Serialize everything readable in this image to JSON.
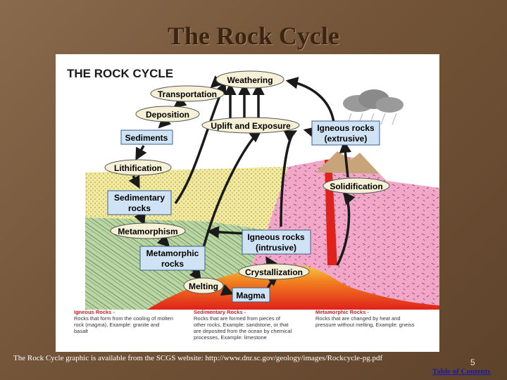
{
  "slide": {
    "title": "The Rock Cycle",
    "caption": "The Rock Cycle graphic is available from the SCGS website: http://www.dnr.sc.gov/geology/images/Rockcycle-pg.pdf",
    "page_number": "5",
    "toc_link": "Table of Contents"
  },
  "diagram": {
    "heading": "THE ROCK CYCLE",
    "labels": {
      "weathering": "Weathering",
      "transportation": "Transportation",
      "deposition": "Deposition",
      "uplift": "Uplift and Exposure",
      "sediments": "Sediments",
      "igneous_ext_1": "Igneous rocks",
      "igneous_ext_2": "(extrusive)",
      "lithification": "Lithification",
      "solidification": "Solidification",
      "sedimentary_1": "Sedimentary",
      "sedimentary_2": "rocks",
      "metamorphism": "Metamorphism",
      "igneous_int_1": "Igneous rocks",
      "igneous_int_2": "(intrusive)",
      "metamorphic_1": "Metamorphic",
      "metamorphic_2": "rocks",
      "crystallization": "Crystallization",
      "melting": "Melting",
      "magma": "Magma"
    },
    "legend": {
      "igneous_title": "Igneous Rocks -",
      "igneous_l1": "Rocks that form from the cooling of molten",
      "igneous_l2": "rock (magma), Example: granite and",
      "igneous_l3": "basalt",
      "sedimentary_title": "Sedimentary Rocks -",
      "sedimentary_l1": "Rocks that are formed from pieces of",
      "sedimentary_l2": "other rocks, Example: sandstone, or that",
      "sedimentary_l3": "are deposited from the ocean by chemical",
      "sedimentary_l4": "processes, Example: limestone",
      "metamorphic_title": "Metamorphic Rocks -",
      "metamorphic_l1": "Rocks that are changed by heat and",
      "metamorphic_l2": "pressure without melting, Example: gneiss"
    },
    "colors": {
      "legend_title": "#c8202a",
      "box_fill": "#cfe3f5",
      "box_stroke": "#3c5f8e",
      "arrow": "#1a1a1a",
      "igneous_pink": "#f1a8c8",
      "sediment_yellow": "#f2ea9e",
      "metamorphic_green": "#b9d6a3",
      "magma": "#e8501c"
    }
  }
}
